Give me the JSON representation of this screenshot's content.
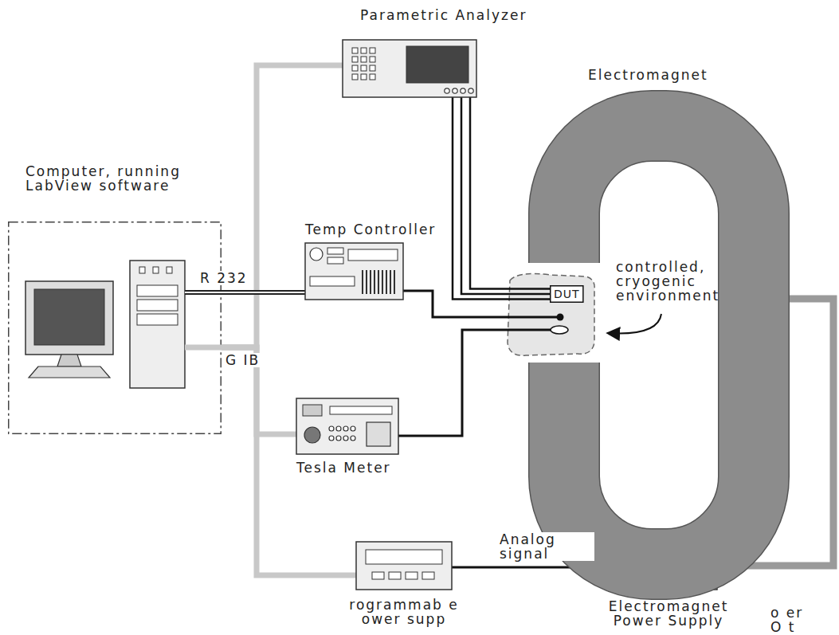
{
  "diagram": {
    "nodes": [
      {
        "text": [
          "Computer, running LabView software"
        ]
      },
      {
        "text": [
          "Parametric Analyzer"
        ]
      },
      {
        "text": [
          "Temp Controller"
        ]
      },
      {
        "text": [
          "Tesla Meter"
        ]
      },
      {
        "text": [
          "rogrammab e ower supp"
        ]
      },
      {
        "text": [
          "Electromagnet Power Supply"
        ]
      },
      {
        "text": [
          "Electromagnet"
        ]
      },
      {
        "text": [
          "DUT"
        ]
      }
    ],
    "edges": [
      {
        "from": 0,
        "to": 1,
        "arrow": "none"
      },
      {
        "from": 0,
        "to": 3,
        "label": "G IB",
        "arrow": "none"
      },
      {
        "from": 0,
        "to": 4,
        "arrow": "none"
      },
      {
        "from": 0,
        "to": 2,
        "label": "R 232",
        "arrow": "none"
      },
      {
        "from": 4,
        "to": 5,
        "label": "Analog signal",
        "arrow": "none"
      },
      {
        "from": 5,
        "to": 6,
        "label": "o er O t",
        "arrow": "none"
      },
      {
        "from": 1,
        "to": 7,
        "arrow": "none"
      }
    ],
    "labels": [
      "controlled, cryogenic environment"
    ]
  }
}
